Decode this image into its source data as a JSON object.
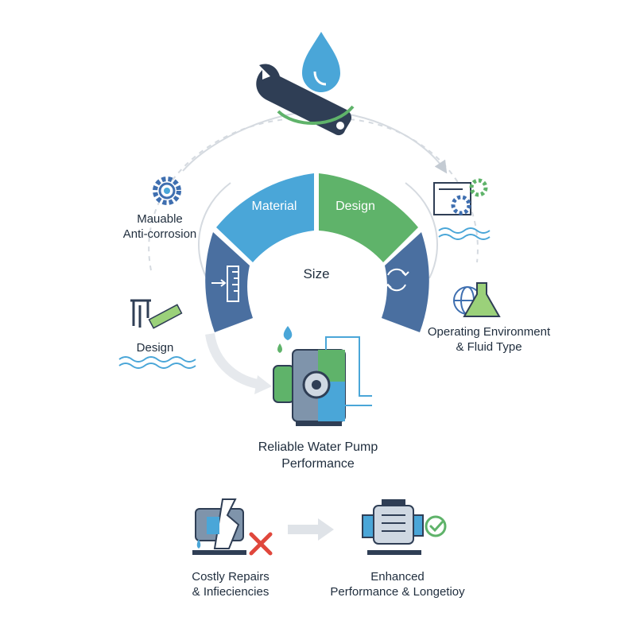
{
  "arc": {
    "segment_top_left": "Material",
    "segment_top_right": "Design",
    "center": "Size"
  },
  "left_top": {
    "line1": "Mauable",
    "line2": "Anti-corrosion"
  },
  "left_bottom": {
    "label": "Design"
  },
  "right_side": {
    "line1": "Operating Environment",
    "line2": "& Fluid Type"
  },
  "pump": {
    "line1": "Reliable Water Pump",
    "line2": "Performance"
  },
  "bottom_left": {
    "line1": "Costly Repairs",
    "line2": "& Infieciencies"
  },
  "bottom_right": {
    "line1": "Enhanced",
    "line2": "Performance & Longetioy"
  },
  "icons": [
    "wrench-icon",
    "water-drop-icon",
    "gear-icon",
    "calipers-icon",
    "ruler-icon",
    "blueprint-gear-icon",
    "globe-icon",
    "flask-icon",
    "cycle-arrows-icon",
    "water-pump-icon",
    "broken-pump-icon",
    "red-x-icon",
    "arrow-right-icon",
    "check-icon",
    "wave-icon"
  ],
  "colors": {
    "navy": "#2f3e55",
    "blue": "#4aa6d8",
    "green": "#5fb36a",
    "steel": "#4a6fa0",
    "red": "#e0473c"
  }
}
